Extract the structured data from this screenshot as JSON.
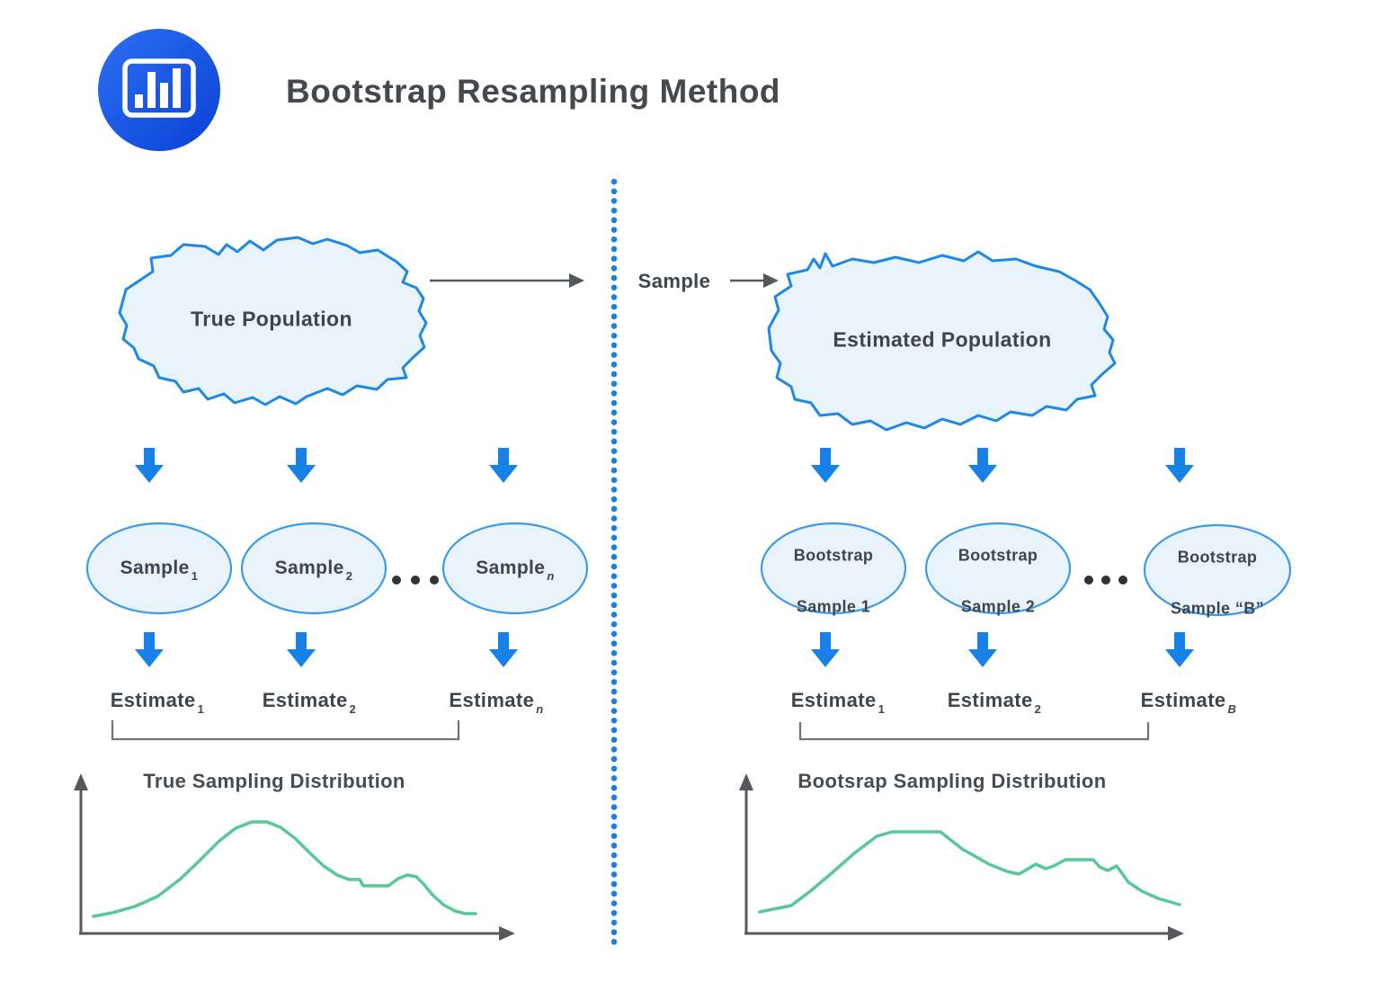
{
  "header": {
    "title": "Bootstrap Resampling Method",
    "logo_icon": "bar-chart-icon"
  },
  "connector": {
    "label": "Sample"
  },
  "icons": {
    "logo": "bar-chart-icon",
    "down_arrow": "down-arrow-icon",
    "right_arrow": "right-arrow-icon",
    "ellipsis": "ellipsis-dots"
  },
  "left": {
    "population": "True Population",
    "samples": [
      {
        "base": "Sample",
        "sub": "1"
      },
      {
        "base": "Sample",
        "sub": "2"
      },
      {
        "base": "Sample",
        "sub": "n"
      }
    ],
    "estimates": [
      {
        "base": "Estimate",
        "sub": "1"
      },
      {
        "base": "Estimate",
        "sub": "2"
      },
      {
        "base": "Estimate",
        "sub": "n"
      }
    ],
    "chart_title": "True Sampling Distribution"
  },
  "right": {
    "population": "Estimated Population",
    "samples": [
      {
        "line1": "Bootstrap",
        "line2": "Sample 1"
      },
      {
        "line1": "Bootstrap",
        "line2": "Sample 2"
      },
      {
        "line1": "Bootstrap",
        "line2": "Sample “B”"
      }
    ],
    "estimates": [
      {
        "base": "Estimate",
        "sub": "1"
      },
      {
        "base": "Estimate",
        "sub": "2"
      },
      {
        "base": "Estimate",
        "sub": "B"
      }
    ],
    "chart_title": "Bootsrap Sampling Distribution"
  },
  "colors": {
    "accent_blue": "#1781e8",
    "shape_stroke": "#1e88e5",
    "ellipse_stroke": "#3d9ae8",
    "shape_fill": "#e8f3fb",
    "green_curve": "#57c996",
    "axis_gray": "#55595d",
    "text": "#3e454c",
    "dotted_line": "#1a7ee6"
  },
  "charts": {
    "left_curve": "104,1019 125,1015 150,1008 175,997 200,978 222,957 244,935 262,921 280,914 297,914 312,920 328,932 344,948 360,963 375,973 388,978 400,978 404,985 414,985 432,985 443,977 453,973 463,975 471,983 481,995 493,1006 506,1013 518,1016 529,1016",
    "right_curve": "845,1014 880,1007 900,992 925,971 950,949 975,930 992,925 1046,925 1070,944 1100,961 1120,969 1133,972 1142,967 1152,961 1163,966 1172,963 1185,956 1216,956 1223,964 1232,968 1242,963 1255,981 1270,991 1288,999 1312,1006"
  }
}
